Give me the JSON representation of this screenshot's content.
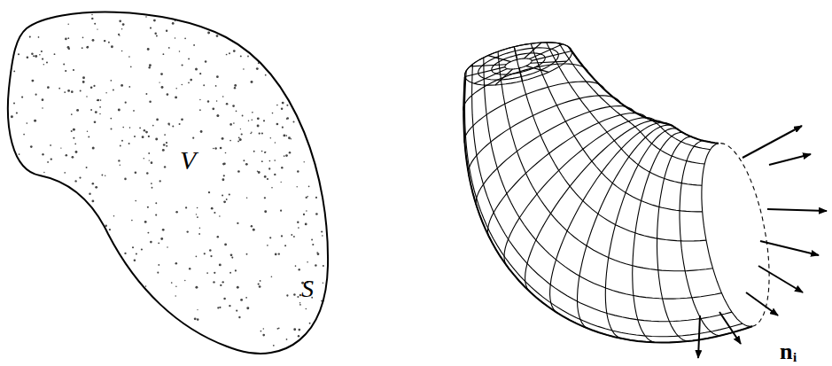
{
  "diagram": {
    "labels": [
      "V",
      "S",
      "n",
      "i"
    ]
  }
}
